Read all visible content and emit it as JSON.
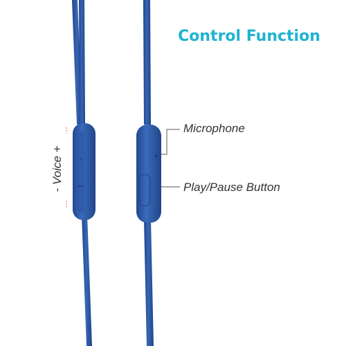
{
  "title": "Control Function",
  "callouts": {
    "microphone": "Microphone",
    "play_pause": "Play/Pause Button"
  },
  "voice_label": "- Voice +",
  "colors": {
    "cable": "#2d5ba8",
    "cable_shadow": "#1f4487",
    "cable_highlight": "#4a78c3",
    "title": "#1fb3d1",
    "callout_text": "#333333",
    "callout_line": "#555555",
    "voice_marker": "#d86868"
  }
}
